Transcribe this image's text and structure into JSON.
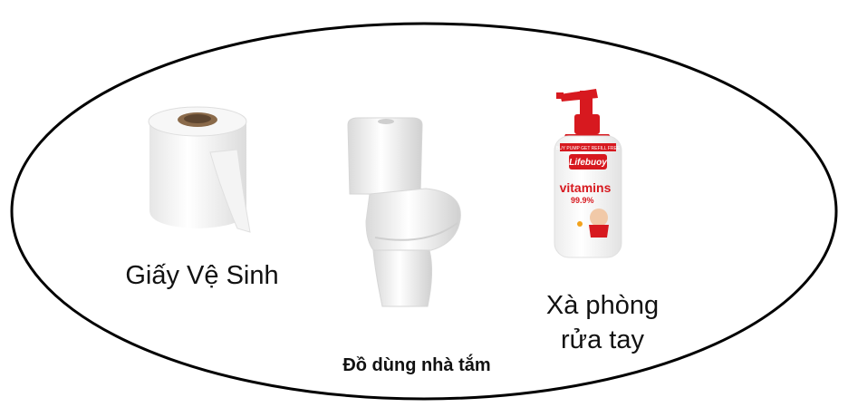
{
  "items": {
    "toilet_paper_label": "Giấy Vệ Sinh",
    "soap_label_line1": "Xà phòng",
    "soap_label_line2": "rửa tay",
    "soap_brand": "Lifebuoy",
    "soap_subtitle": "vitamins",
    "soap_percent": "99.9%",
    "soap_banner": "BUY PUMP GET REFILL FREE"
  },
  "caption": "Đồ dùng nhà tắm",
  "colors": {
    "outline": "#000000",
    "brand_red": "#d7191f",
    "paper_core": "#8a6a4a"
  }
}
